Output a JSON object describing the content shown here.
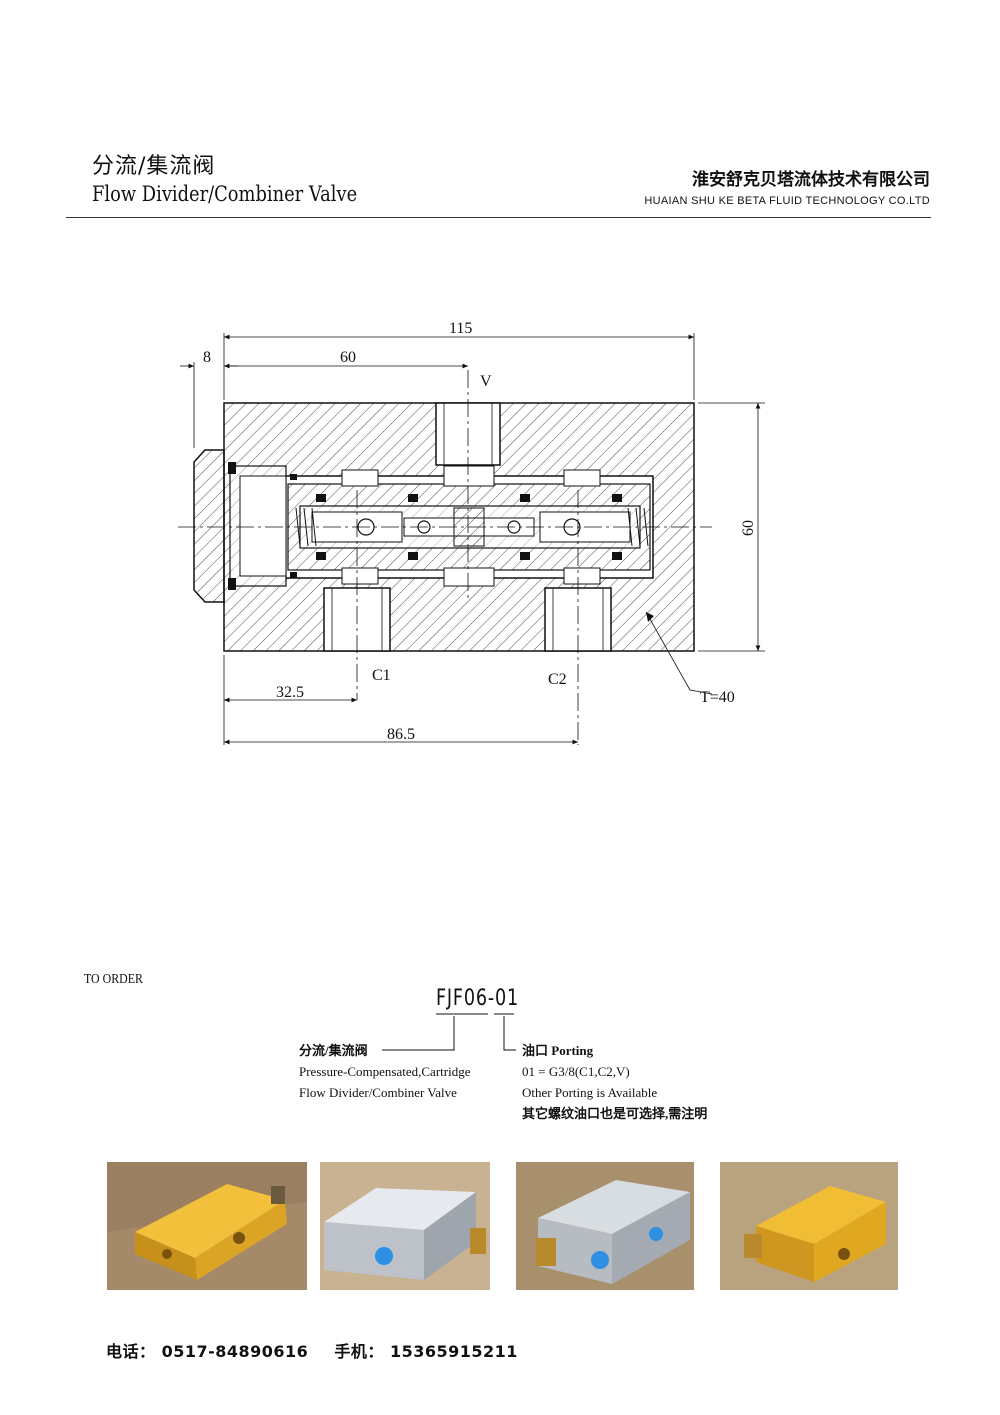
{
  "header": {
    "title_cn": "分流/集流阀",
    "title_en": "Flow Divider/Combiner Valve",
    "company_cn": "淮安舒克贝塔流体技术有限公司",
    "company_en": "HUAIAN SHU KE BETA FLUID TECHNOLOGY CO.LTD"
  },
  "drawing": {
    "dim_total": "115",
    "dim_offset": "8",
    "dim_port_v": "60",
    "port_v": "V",
    "dim_height": "60",
    "port_c1": "C1",
    "port_c2": "C2",
    "dim_c1": "32.5",
    "dim_c2": "86.5",
    "thickness": "T=40"
  },
  "order": {
    "heading": "TO ORDER",
    "model": "FJF06-01",
    "left_line1": "分流/集流阀",
    "left_line2": "Pressure-Compensated,Cartridge",
    "left_line3": "Flow Divider/Combiner Valve",
    "right_line1": "油口 Porting",
    "right_line2": "01 = G3/8(C1,C2,V)",
    "right_line3": "Other Porting is Available",
    "right_line4": "其它螺纹油口也是可选择,需注明"
  },
  "contact": {
    "phone": "电话： 0517-84890616",
    "mobile": "手机： 15365915211"
  },
  "colors": {
    "gold_body": "#e0a820",
    "aluminum_body": "#c4cad0",
    "blue_plug": "#2f8fe0",
    "brass_fitting": "#b88a2c",
    "cardboard": "#b49a78"
  }
}
